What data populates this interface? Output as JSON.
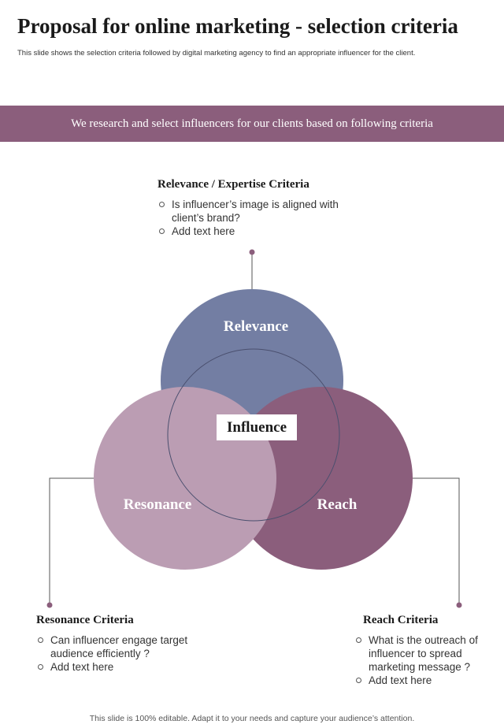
{
  "header": {
    "title": "Proposal for online marketing - selection criteria",
    "subtitle": "This slide shows the selection criteria followed by digital marketing agency to find an appropriate influencer for the client."
  },
  "banner": {
    "text": "We research and select influencers  for our clients  based on following  criteria"
  },
  "criteria": {
    "relevance": {
      "title": "Relevance / Expertise Criteria",
      "bullets": [
        "Is influencer’s image is aligned with client’s brand?",
        "Add text here"
      ]
    },
    "resonance": {
      "title": "Resonance Criteria",
      "bullets": [
        "Can influencer  engage target audience efficiently  ?",
        "Add text here"
      ]
    },
    "reach": {
      "title": "Reach Criteria",
      "bullets": [
        "What is the outreach of influencer  to spread marketing message ?",
        "Add text here"
      ]
    }
  },
  "diagram": {
    "center_label": "Influence",
    "circles": [
      {
        "key": "relevance",
        "label": "Relevance",
        "color": "#737ea3"
      },
      {
        "key": "resonance",
        "label": "Resonance",
        "color": "#bb9db3"
      },
      {
        "key": "reach",
        "label": "Reach",
        "color": "#8b5e7c"
      }
    ],
    "connector_color": "#8b5e7c"
  },
  "footer": {
    "text": "This slide is 100% editable. Adapt it to your needs and capture your audience’s attention."
  }
}
